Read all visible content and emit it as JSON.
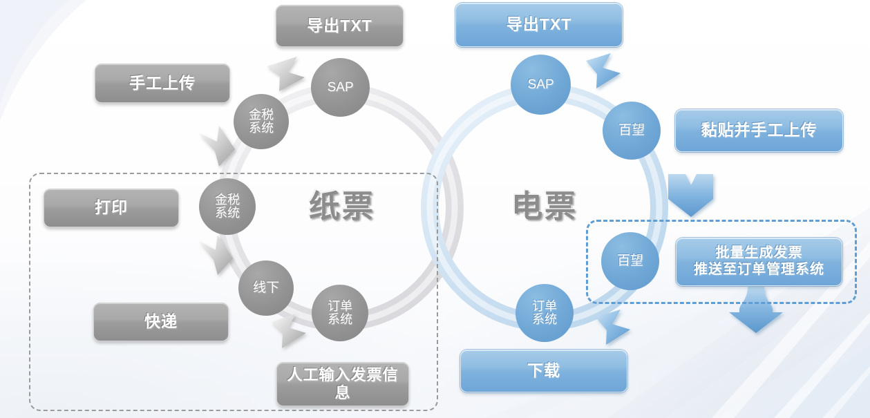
{
  "diagram": {
    "title_paper": "纸票",
    "title_electronic": "电票",
    "colors": {
      "gray_node": "#8e8e8e",
      "blue_node": "#6ea6d5",
      "gray_button": "#a0a0a0",
      "blue_button": "#7fb2dd",
      "gray_dash": "#9a9a9a",
      "blue_dash": "#5f9ed4",
      "gray_text": "#8c8c8c"
    }
  },
  "paper_flow": {
    "label": "纸票",
    "buttons": [
      {
        "id": "export-txt",
        "label": "导出TXT"
      },
      {
        "id": "manual-upload",
        "label": "手工上传"
      },
      {
        "id": "print",
        "label": "打印"
      },
      {
        "id": "express",
        "label": "快递"
      },
      {
        "id": "manual-entry",
        "label": "人工输入发票信息"
      }
    ],
    "nodes": [
      {
        "id": "sap",
        "label": "SAP"
      },
      {
        "id": "golden-tax-top",
        "label": "金税\n系统",
        "line1": "金税",
        "line2": "系统"
      },
      {
        "id": "golden-tax-left",
        "label": "金税\n系统",
        "line1": "金税",
        "line2": "系统"
      },
      {
        "id": "offline",
        "label": "线下",
        "line1": "线下",
        "line2": ""
      },
      {
        "id": "order-system",
        "label": "订单\n系统",
        "line1": "订单",
        "line2": "系统"
      }
    ]
  },
  "electronic_flow": {
    "label": "电票",
    "buttons": [
      {
        "id": "export-txt",
        "label": "导出TXT"
      },
      {
        "id": "paste-and-manual-upload",
        "label": "黏贴并手工上传"
      },
      {
        "id": "batch-generate",
        "line1": "批量生成发票",
        "line2": "推送至订单管理系统"
      },
      {
        "id": "download",
        "label": "下载"
      }
    ],
    "nodes": [
      {
        "id": "sap",
        "label": "SAP"
      },
      {
        "id": "baiwang-top",
        "label": "百望"
      },
      {
        "id": "baiwang-bottom",
        "label": "百望"
      },
      {
        "id": "order-system",
        "label": "订单\n系统",
        "line1": "订单",
        "line2": "系统"
      }
    ]
  }
}
